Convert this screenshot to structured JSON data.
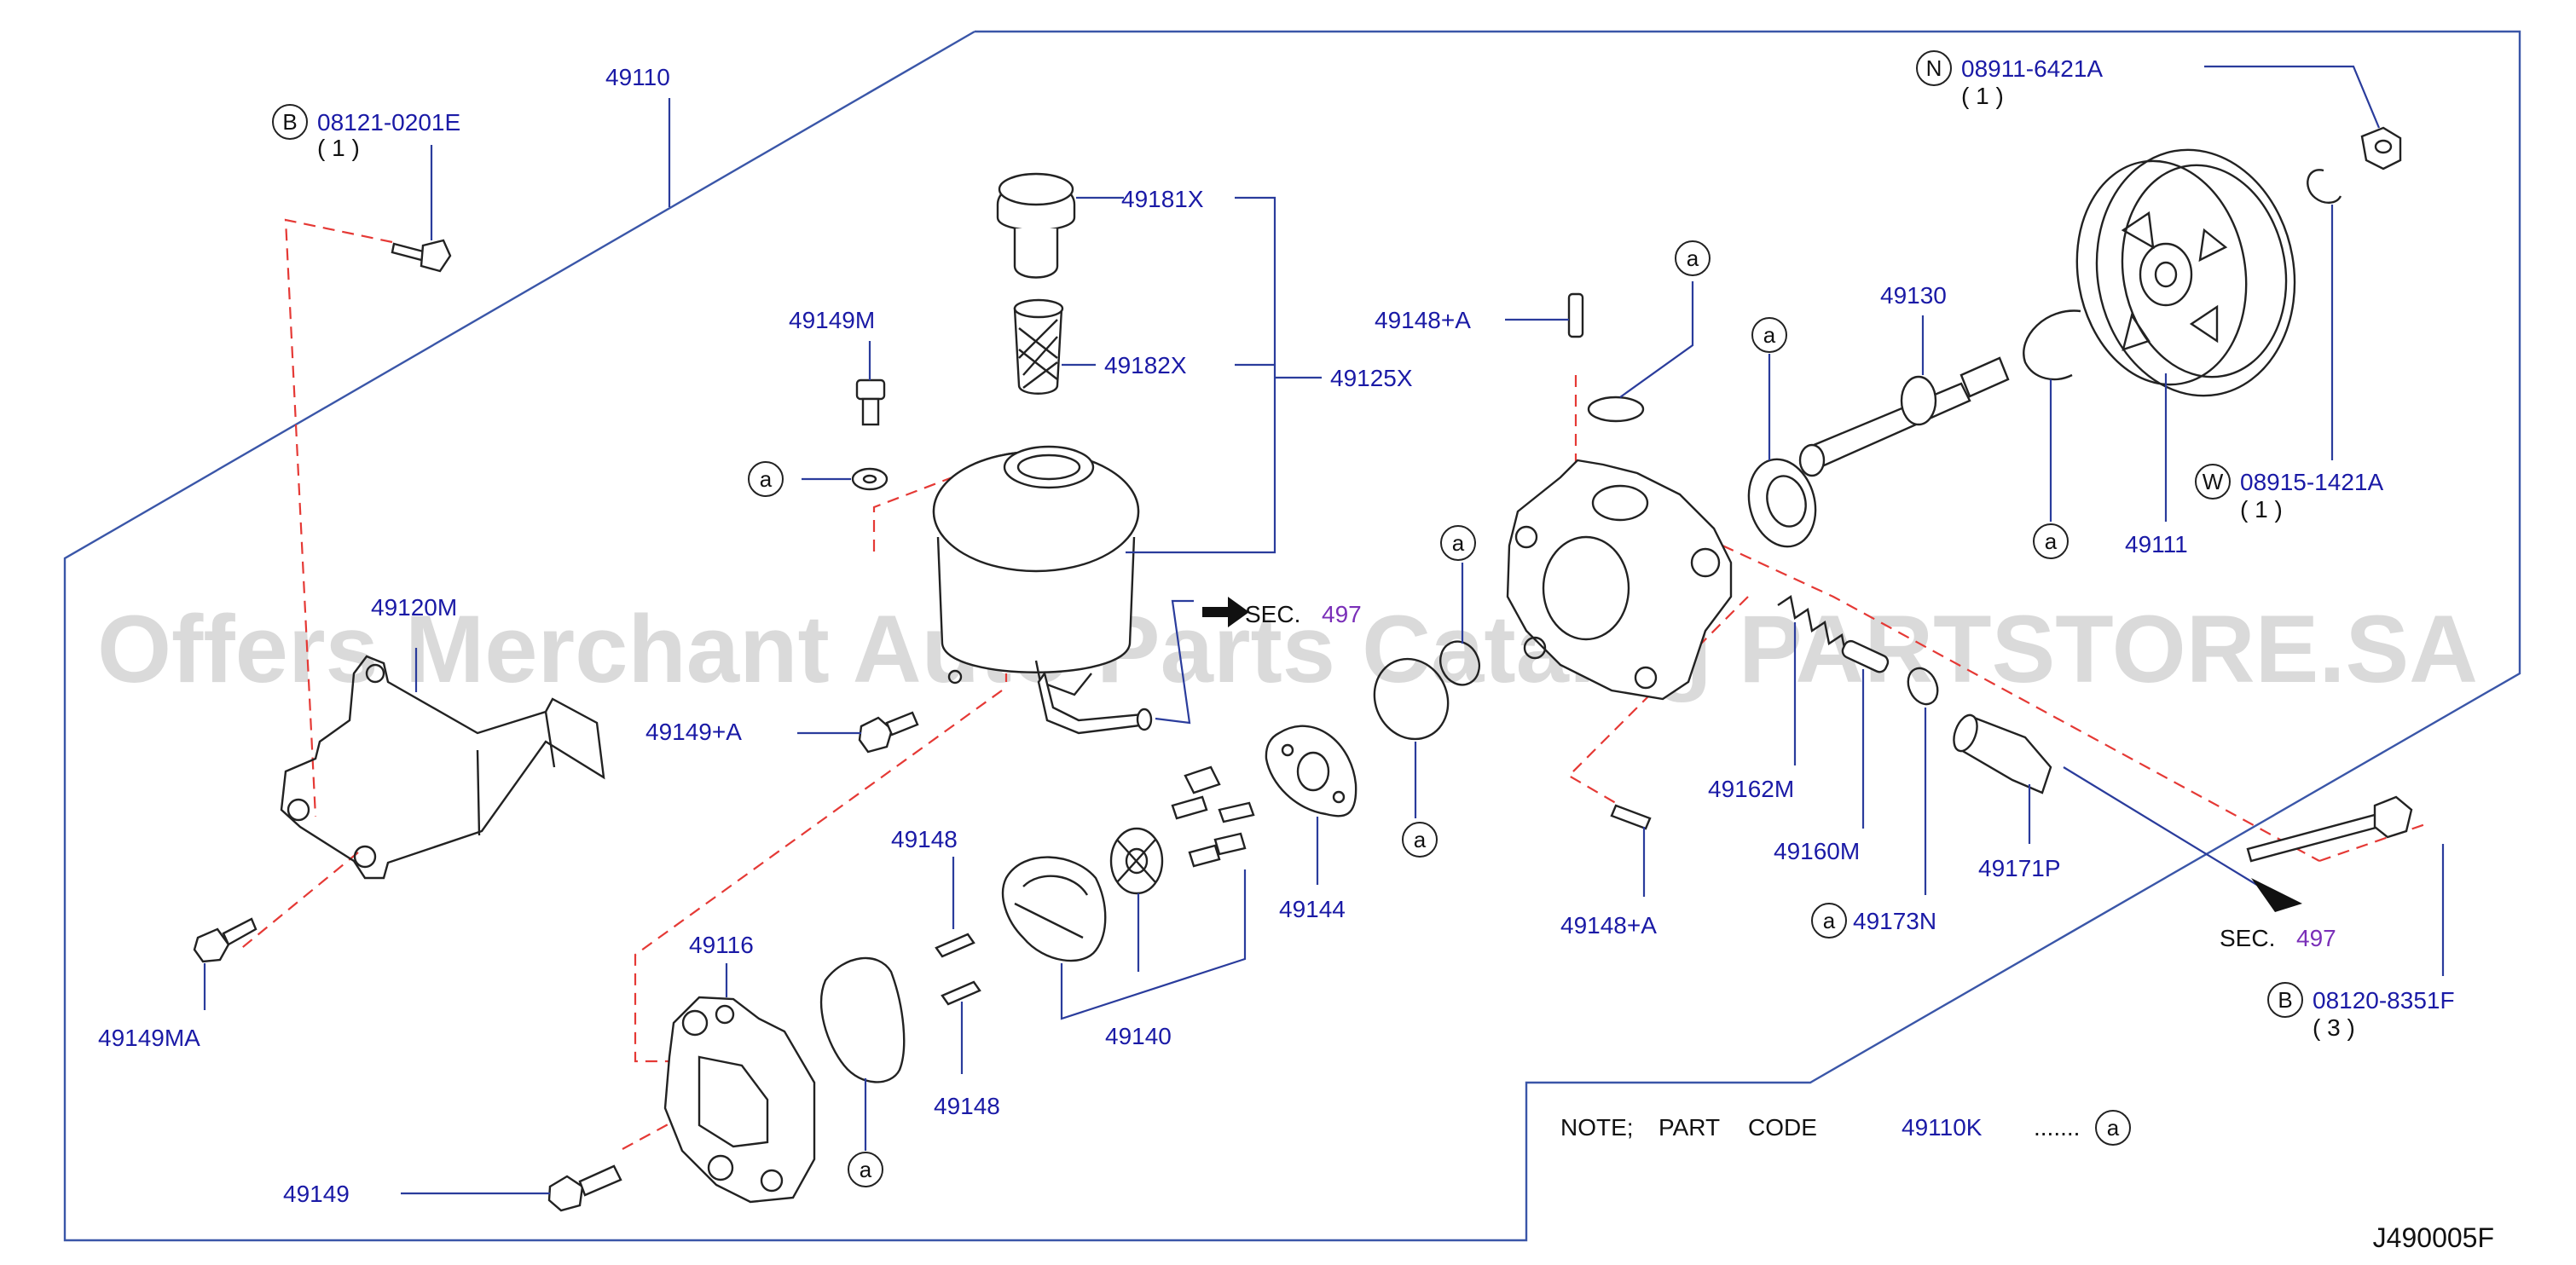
{
  "watermark": "Offers Merchant Auto Parts Catalog PARTSTORE.SA",
  "diagram_code": "J490005F",
  "note": {
    "prefix": "NOTE;",
    "part": "PART",
    "code_word": "CODE",
    "part_code": "49110K",
    "dots": ".......",
    "marker": "a"
  },
  "sec_refs": [
    {
      "prefix": "SEC.",
      "number": "497"
    },
    {
      "prefix": "SEC.",
      "number": "497"
    }
  ],
  "labels": {
    "p49110": "49110",
    "p49181X": "49181X",
    "p49182X": "49182X",
    "p49125X": "49125X",
    "p49149M": "49149M",
    "p49120M": "49120M",
    "p49149A": "49149+A",
    "p49149MA": "49149MA",
    "p49148a": "49148",
    "p49148b": "49148",
    "p49116": "49116",
    "p49149": "49149",
    "p49140": "49140",
    "p49144": "49144",
    "p49148Aa": "49148+A",
    "p49148Ab": "49148+A",
    "p49130": "49130",
    "p49111": "49111",
    "p49162M": "49162M",
    "p49160M": "49160M",
    "p49173N": "49173N",
    "p49171P": "49171P"
  },
  "fasteners": {
    "b_top": {
      "marker": "B",
      "code": "08121-0201E",
      "qty": "( 1 )"
    },
    "n_top": {
      "marker": "N",
      "code": "08911-6421A",
      "qty": "( 1 )"
    },
    "w_mid": {
      "marker": "W",
      "code": "08915-1421A",
      "qty": "( 1 )"
    },
    "b_right": {
      "marker": "B",
      "code": "08120-8351F",
      "qty": "( 3 )"
    }
  },
  "markers": {
    "a": "a"
  }
}
